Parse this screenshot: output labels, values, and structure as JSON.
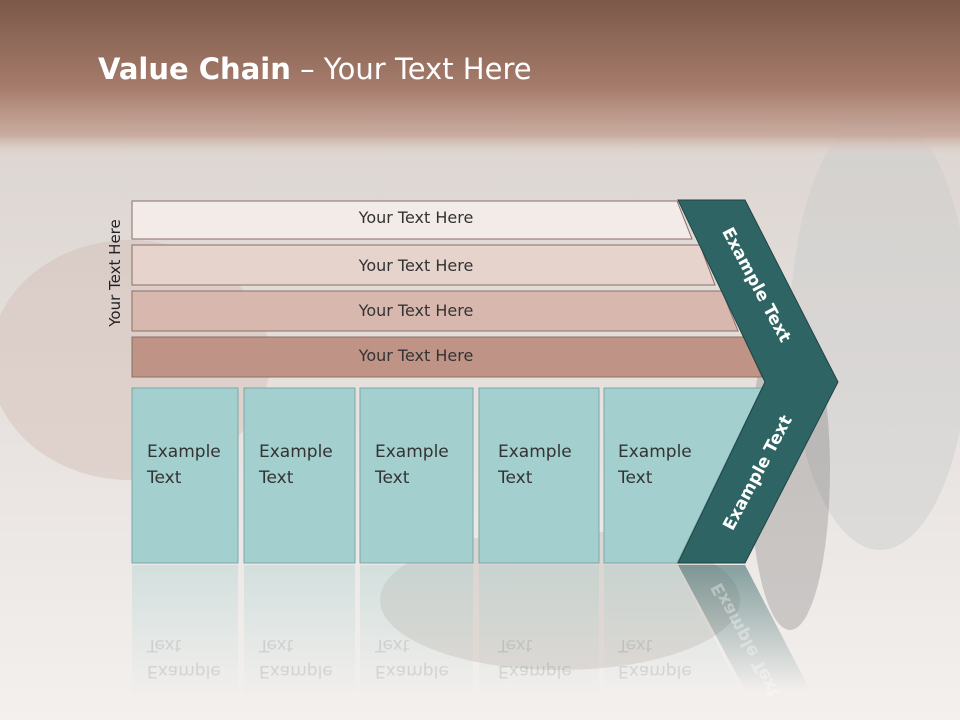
{
  "title": {
    "bold": "Value Chain",
    "rest": " – Your Text Here"
  },
  "side_label": "Your Text Here",
  "bars": [
    "Your Text Here",
    "Your Text Here",
    "Your Text Here",
    "Your Text Here"
  ],
  "boxes": [
    {
      "line1": "Example",
      "line2": "Text"
    },
    {
      "line1": "Example",
      "line2": "Text"
    },
    {
      "line1": "Example",
      "line2": "Text"
    },
    {
      "line1": "Example",
      "line2": "Text"
    },
    {
      "line1": "Example",
      "line2": "Text"
    }
  ],
  "arrow_top_label": "Example Text",
  "arrow_bottom_label": "Example Text",
  "colors": {
    "header": "#7d5a4c",
    "bar1": "#f2ebe8",
    "bar2": "#e6d3cc",
    "bar3": "#d8b8ae",
    "bar4": "#bf9486",
    "box": "#a3cfcf",
    "arrow": "#2f6464"
  }
}
